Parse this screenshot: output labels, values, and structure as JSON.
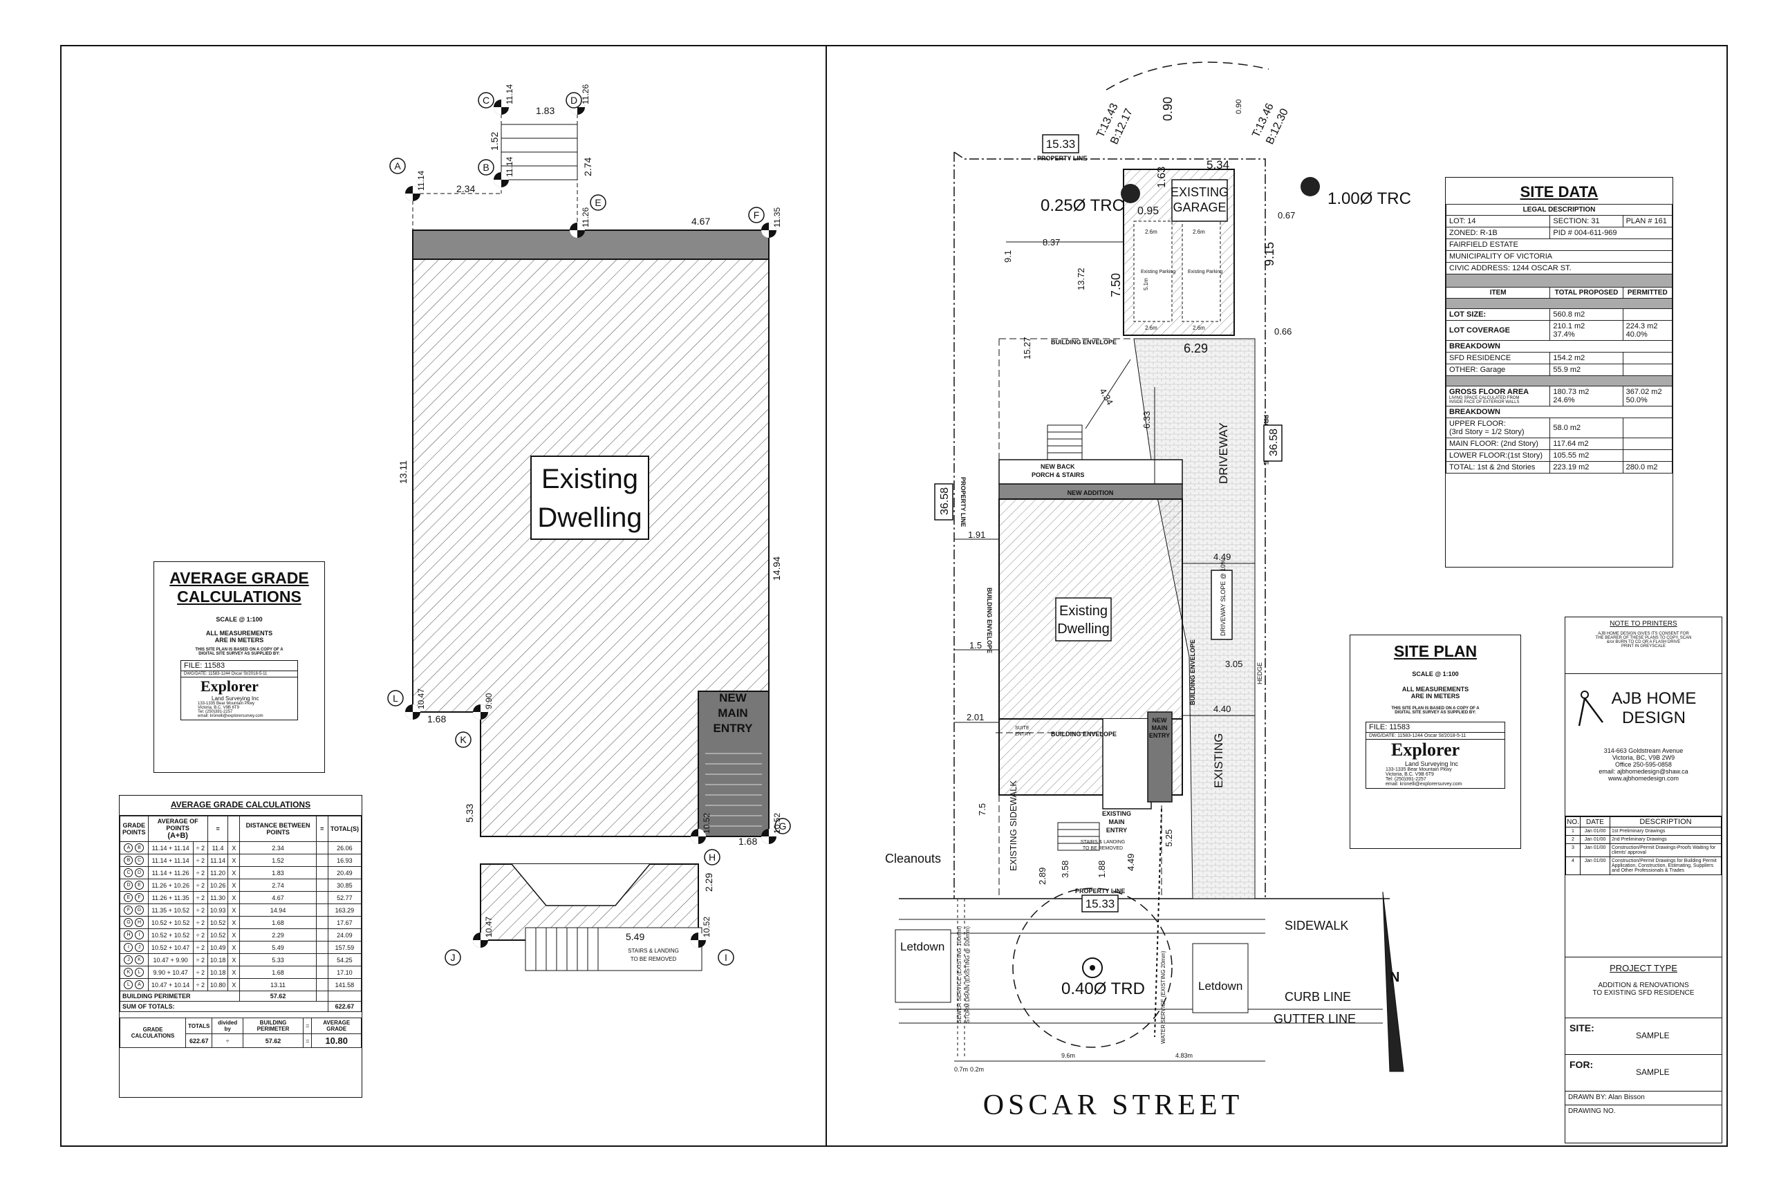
{
  "left_plan": {
    "building_label_1": "Existing",
    "building_label_2": "Dwelling",
    "new_main_entry_1": "NEW",
    "new_main_entry_2": "MAIN",
    "new_main_entry_3": "ENTRY",
    "stairs_note_1": "STAIRS & LANDING",
    "stairs_note_2": "TO BE REMOVED",
    "points": [
      {
        "id": "A",
        "elev": "11.14"
      },
      {
        "id": "B",
        "elev": "11.14"
      },
      {
        "id": "C",
        "elev": "11.14"
      },
      {
        "id": "D",
        "elev": "11.26"
      },
      {
        "id": "E",
        "elev": "11.26"
      },
      {
        "id": "F",
        "elev": "11.35"
      },
      {
        "id": "G",
        "elev": "10.52"
      },
      {
        "id": "H",
        "elev": "10.52"
      },
      {
        "id": "I",
        "elev": "10.52"
      },
      {
        "id": "J",
        "elev": "10.47"
      },
      {
        "id": "K",
        "elev": "9.90"
      },
      {
        "id": "L",
        "elev": "10.47"
      }
    ],
    "dims": {
      "ab": "2.34",
      "cd": "1.83",
      "bc": "1.52",
      "de": "2.74",
      "ef": "4.67",
      "fg": "14.94",
      "gh": "1.68",
      "hi": "2.29",
      "ij": "5.49",
      "jk": "5.33",
      "kl": "1.68",
      "la": "13.11"
    }
  },
  "avg_box": {
    "title_1": "AVERAGE GRADE",
    "title_2": "CALCULATIONS",
    "scale": "SCALE @ 1:100",
    "meas_1": "ALL MEASUREMENTS",
    "meas_2": "ARE IN METERS",
    "note_1": "THIS SITE PLAN IS BASED ON A COPY OF A",
    "note_2": "DIGITAL SITE SURVEY AS SUPPLIED BY:",
    "file": "FILE: 11583",
    "dwg": "DWG/DATE: 11583-1244 Oscar St/2018-5-11",
    "company": "Explorer",
    "company_sub": "Land Surveying Inc",
    "addr_1": "133-1335 Bear Mountain Pkwy",
    "addr_2": "Victoria, B.C. V9B 6T9",
    "tel": "Tel: (250)391-2257",
    "email": "email: kronelli@explorersurvey.com"
  },
  "grade_table": {
    "title": "AVERAGE GRADE CALCULATIONS",
    "headers": [
      "GRADE POINTS",
      "AVERAGE OF POINTS",
      "",
      "=",
      "",
      "DISTANCE BETWEEN POINTS",
      "=",
      "TOTAL(S)"
    ],
    "avg_formula": "(A+B)",
    "rows": [
      {
        "p1": "A",
        "p2": "B",
        "avg": "11.14 + 11.14",
        "div": "÷ 2",
        "res": "11.4",
        "x": "X",
        "dist": "2.34",
        "tot": "26.06"
      },
      {
        "p1": "B",
        "p2": "C",
        "avg": "11.14 + 11.14",
        "div": "÷ 2",
        "res": "11.14",
        "x": "X",
        "dist": "1.52",
        "tot": "16.93"
      },
      {
        "p1": "C",
        "p2": "D",
        "avg": "11.14 + 11.26",
        "div": "÷ 2",
        "res": "11.20",
        "x": "X",
        "dist": "1.83",
        "tot": "20.49"
      },
      {
        "p1": "D",
        "p2": "E",
        "avg": "11.26 + 10.26",
        "div": "÷ 2",
        "res": "10.26",
        "x": "X",
        "dist": "2.74",
        "tot": "30.85"
      },
      {
        "p1": "E",
        "p2": "F",
        "avg": "11.26 + 11.35",
        "div": "÷ 2",
        "res": "11.30",
        "x": "X",
        "dist": "4.67",
        "tot": "52.77"
      },
      {
        "p1": "F",
        "p2": "G",
        "avg": "11.35 + 10.52",
        "div": "÷ 2",
        "res": "10.93",
        "x": "X",
        "dist": "14.94",
        "tot": "163.29"
      },
      {
        "p1": "G",
        "p2": "H",
        "avg": "10.52 + 10.52",
        "div": "÷ 2",
        "res": "10.52",
        "x": "X",
        "dist": "1.68",
        "tot": "17.67"
      },
      {
        "p1": "H",
        "p2": "I",
        "avg": "10.52 + 10.52",
        "div": "÷ 2",
        "res": "10.52",
        "x": "X",
        "dist": "2.29",
        "tot": "24.09"
      },
      {
        "p1": "I",
        "p2": "J",
        "avg": "10.52 + 10.47",
        "div": "÷ 2",
        "res": "10.49",
        "x": "X",
        "dist": "5.49",
        "tot": "157.59"
      },
      {
        "p1": "J",
        "p2": "K",
        "avg": "10.47 + 9.90",
        "div": "÷ 2",
        "res": "10.18",
        "x": "X",
        "dist": "5.33",
        "tot": "54.25"
      },
      {
        "p1": "K",
        "p2": "L",
        "avg": "9.90 + 10.47",
        "div": "÷ 2",
        "res": "10.18",
        "x": "X",
        "dist": "1.68",
        "tot": "17.10"
      },
      {
        "p1": "L",
        "p2": "A",
        "avg": "10.47 + 10.14",
        "div": "÷ 2",
        "res": "10.80",
        "x": "X",
        "dist": "13.11",
        "tot": "141.58"
      }
    ],
    "perimeter_label": "BUILDING PERIMETER",
    "perimeter_val": "57.62",
    "sum_label": "SUM OF TOTALS:",
    "sum_val": "622.67",
    "f_grade": "GRADE CALCULATIONS",
    "f_totals": "TOTALS",
    "f_div": "divided by",
    "f_perim": "BUILDING PERIMETER",
    "f_eq": "=",
    "f_avg": "AVERAGE GRADE",
    "f_totals_val": "622.67",
    "f_div_sym": "÷",
    "f_perim_val": "57.62",
    "f_avg_val": "10.80"
  },
  "site_plan": {
    "property_line": "PROPERTY LINE",
    "top_dim": "15.33",
    "bottom_dim": "15.33",
    "side_dim": "36.58",
    "t1": "T:13.43",
    "b1": "B:12.17",
    "t2": "T:13.46",
    "b2": "B:12.30",
    "d090a": "0.90",
    "d090b": "0.90",
    "tree1": "0.25Ø TRC",
    "tree2": "1.00Ø TRC",
    "tree3": "0.40Ø TRD",
    "garage_1": "EXISTING",
    "garage_2": "GARAGE",
    "g534": "5.34",
    "g163": "1.63",
    "g095": "0.95",
    "g067": "0.67",
    "g750": "7.50",
    "g915": "9.15",
    "g629": "6.29",
    "g066": "0.66",
    "d837": "8.37",
    "d91": "9.1",
    "d1372": "13.72",
    "d1527": "15.27",
    "d434": "4.34",
    "d633": "6.33",
    "d191": "1.91",
    "d15": "1.5",
    "d201": "2.01",
    "d75": "7.5",
    "d449": "4.49",
    "d305": "3.05",
    "d440": "4.40",
    "d289": "2.89",
    "d358": "3.58",
    "d188": "1.88",
    "d449b": "4.49",
    "d525": "5.25",
    "building_envelope": "BUILDING ENVELOPE",
    "new_back_1": "NEW BACK",
    "new_back_2": "PORCH & STAIRS",
    "new_addition": "NEW ADDITION",
    "dwelling_1": "Existing",
    "dwelling_2": "Dwelling",
    "driveway": "DRIVEWAY",
    "driveway_slope": "DRIVEWAY SLOPE @ 10%",
    "existing_side": "EXISTING",
    "existing_sidewalk": "EXISTING SIDEWALK",
    "hedge": "HEDGE",
    "suite_entry_1": "SUITE",
    "suite_entry_2": "ENTRY",
    "new_main_1": "NEW",
    "new_main_2": "MAIN",
    "new_main_3": "ENTRY",
    "existing_main_1": "EXISTING",
    "existing_main_2": "MAIN",
    "existing_main_3": "ENTRY",
    "stairs_land_1": "STAIRS & LANDING",
    "stairs_land_2": "TO BE REMOVED",
    "cleanouts": "Cleanouts",
    "sidewalk": "SIDEWALK",
    "curb_line": "CURB LINE",
    "gutter_line": "GUTTER LINE",
    "letdown_1": "Letdown",
    "letdown_2": "Letdown",
    "street": "OSCAR STREET",
    "bd07": "0.7m",
    "bd02": "0.2m",
    "bd96": "9.6m",
    "bd483": "4.83m",
    "sewer": "SEWER SERVICE (EXISTING 100mm)",
    "storm": "STORM DRAIN (EXISTING @ 100mm)",
    "water": "WATER SERVICE (EXISTING 20mm)",
    "n_label": "N",
    "parking_1": "Existing Parking",
    "parking_2": "Existing Parking",
    "d26a": "2.6m",
    "d26b": "2.6m",
    "d26c": "2.6m",
    "d26d": "2.6m",
    "d51": "5.1m"
  },
  "site_plan_box": {
    "title": "SITE PLAN",
    "scale": "SCALE @ 1:100",
    "meas_1": "ALL MEASUREMENTS",
    "meas_2": "ARE IN METERS",
    "note_1": "THIS SITE PLAN IS BASED ON A COPY OF A",
    "note_2": "DIGITAL SITE SURVEY AS SUPPLIED BY:",
    "file": "FILE: 11583",
    "dwg": "DWG/DATE: 11583-1244 Oscar St/2018-5-11",
    "company": "Explorer",
    "company_sub": "Land Surveying Inc",
    "addr_1": "133-1335 Bear Mountain Pkwy",
    "addr_2": "Victoria, B.C. V9B 6T9",
    "tel": "Tel: (250)391-2257",
    "email": "email: kronelli@explorersurvey.com"
  },
  "site_data": {
    "title": "SITE DATA",
    "legal": "LEGAL DESCRIPTION",
    "lot": "LOT: 14",
    "section": "SECTION: 31",
    "plan": "PLAN # 161",
    "zoned": "ZONED: R-1B",
    "pid": "PID # 004-611-969",
    "estate": "FAIRFIELD ESTATE",
    "muni": "MUNICIPALITY OF VICTORIA",
    "civic": "CIVIC ADDRESS: 1244 OSCAR ST.",
    "h_item": "ITEM",
    "h_total": "TOTAL PROPOSED",
    "h_perm": "PERMITTED",
    "lot_size": "LOT SIZE:",
    "lot_size_val": "560.8 m2",
    "lot_cov": "LOT COVERAGE",
    "lot_cov_val1": "210.1 m2",
    "lot_cov_val2": "37.4%",
    "lot_cov_perm1": "224.3 m2",
    "lot_cov_perm2": "40.0%",
    "breakdown": "BREAKDOWN",
    "sfd": "SFD RESIDENCE",
    "sfd_val": "154.2 m2",
    "other": "OTHER:   Garage",
    "other_val": "55.9 m2",
    "gfa": "GROSS FLOOR AREA",
    "gfa_note_1": "LIVING SPACE CALCULATED FROM",
    "gfa_note_2": "INSIDE FACE OF EXTERIOR WALLS",
    "gfa_val1": "180.73 m2",
    "gfa_val2": "24.6%",
    "gfa_perm1": "367.02 m2",
    "gfa_perm2": "50.0%",
    "breakdown2": "BREAKDOWN",
    "upper": "UPPER FLOOR:",
    "upper_note": "(3rd Story = 1/2 Story)",
    "upper_val": "58.0 m2",
    "main_floor": "MAIN FLOOR:   (2nd Story)",
    "main_val": "117.64 m2",
    "lower_floor": "LOWER FLOOR:(1st Story)",
    "lower_val": "105.55 m2",
    "total": "TOTAL: 1st & 2nd Stories",
    "total_val": "223.19 m2",
    "total_perm": "280.0 m2"
  },
  "title_block": {
    "note_title": "NOTE TO PRINTERS",
    "note_1": "AJB HOME DESIGN GIVES ITS CONSENT FOR",
    "note_2": "THE BEARER OF THESE PLANS TO COPY, SCAN",
    "note_3": "&/or BURN TO CD OR A FLASH DRIVE",
    "note_4": "PRINT IN GREYSCALE",
    "company_1": "AJB HOME",
    "company_2": "DESIGN",
    "addr_1": "314-663 Goldstream Avenue",
    "addr_2": "Victoria, BC, V9B 2W9",
    "office": "Office 250-595-0858",
    "email": "email: ajbhomedesign@shaw.ca",
    "web": "www.ajbhomedesign.com",
    "h_no": "NO.",
    "h_date": "DATE",
    "h_desc": "DESCRIPTION",
    "revisions": [
      {
        "no": "1",
        "date": "Jan 01/00",
        "desc": "1st Preliminary Drawings"
      },
      {
        "no": "2",
        "date": "Jan 01/00",
        "desc": "2nd Preliminary Drawings"
      },
      {
        "no": "3",
        "date": "Jan 01/00",
        "desc": "Construction/Permit Drawings-Proofs Waiting for clients' approval"
      },
      {
        "no": "4",
        "date": "Jan 01/00",
        "desc": "Construction/Permit Drawings for Building Permit Application, Construction, Estimating, Suppliers and Other Professionals & Trades"
      }
    ],
    "project_type": "PROJECT TYPE",
    "project_1": "ADDITION & RENOVATIONS",
    "project_2": "TO EXISTING SFD RESIDENCE",
    "site_label": "SITE:",
    "site_val": "SAMPLE",
    "for_label": "FOR:",
    "for_val": "SAMPLE",
    "drawn_by": "DRAWN BY:  Alan Bisson",
    "drawing_no": "DRAWING NO."
  }
}
